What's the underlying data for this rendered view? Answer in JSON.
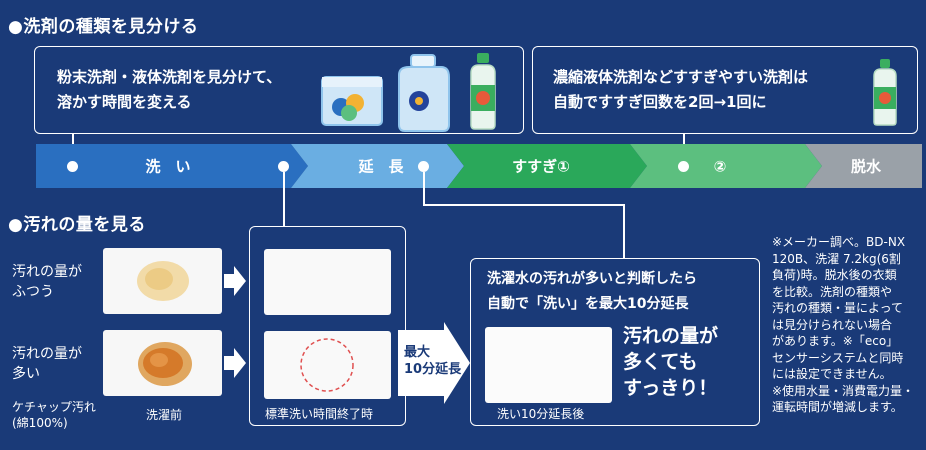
{
  "section1": {
    "title": "●洗剤の種類を見分ける"
  },
  "box1": {
    "line1": "粉末洗剤・液体洗剤を見分けて、",
    "line2": "溶かす時間を変える"
  },
  "box2": {
    "line1": "濃縮液体洗剤などすすぎやすい洗剤は",
    "line2": "自動ですすぎ回数を2回→1回に"
  },
  "stages": [
    {
      "label": "洗　い",
      "color": "#2a6fc0"
    },
    {
      "label": "延　長",
      "color": "#6aaee2"
    },
    {
      "label": "すすぎ①",
      "color": "#2aa85a"
    },
    {
      "label": "②",
      "color": "#5cbf7f"
    },
    {
      "label": "脱水",
      "color": "#9aa1a8"
    }
  ],
  "section2": {
    "title": "●汚れの量を見る"
  },
  "rows": {
    "normal": {
      "line1": "汚れの量が",
      "line2": "ふつう"
    },
    "heavy": {
      "line1": "汚れの量が",
      "line2": "多い"
    }
  },
  "ketchup": {
    "line1": "ケチャップ汚れ",
    "line2": "(綿100%)"
  },
  "captions": {
    "before": "洗濯前",
    "standard_end": "標準洗い時間終了時",
    "extended": "洗い10分延長後"
  },
  "max_extension": {
    "line1": "最大",
    "line2": "10分延長"
  },
  "result_box": {
    "line1": "洗濯水の汚れが多いと判断したら",
    "line2": "自動で「洗い」を最大10分延長"
  },
  "big_text": {
    "line1": "汚れの量が",
    "line2": "多くても",
    "line3": "すっきり！"
  },
  "note": {
    "line1": "※メーカー調べ。BD-NX",
    "line2": "120B、洗濯 7.2kg(6割",
    "line3": "負荷)時。脱水後の衣類",
    "line4": "を比較。洗剤の種類や",
    "line5": "汚れの種類・量によって",
    "line6": "は見分けられない場合",
    "line7": "があります。※「eco」",
    "line8": "センサーシステムと同時",
    "line9": "には設定できません。",
    "line10": "※使用水量・消費電力量・",
    "line11": "運転時間が増減します。"
  }
}
